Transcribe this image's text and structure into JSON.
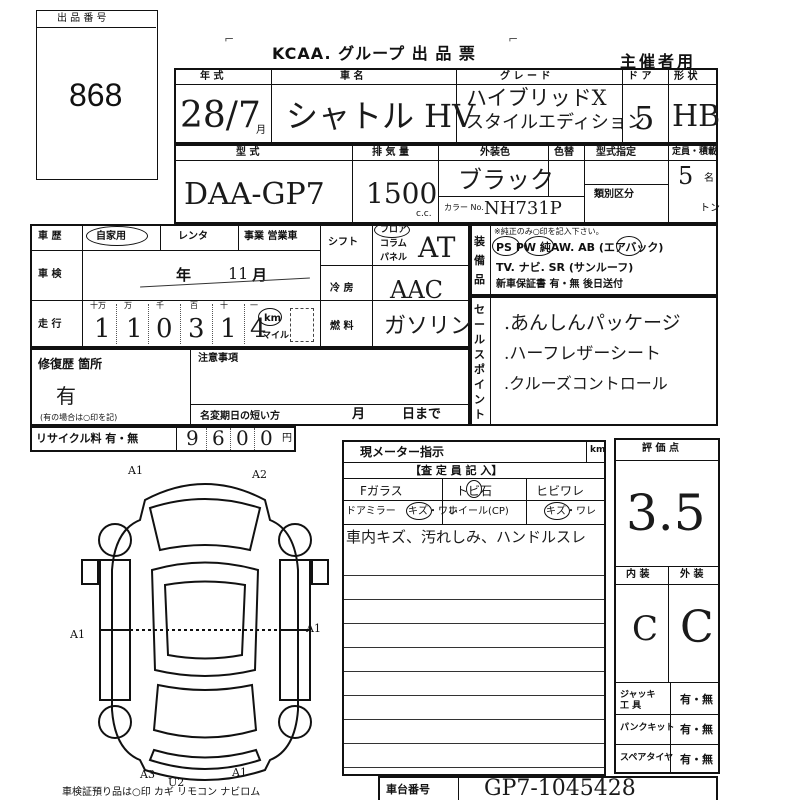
{
  "lot_box": {
    "label": "出 品 番 号",
    "number": "868"
  },
  "header": {
    "title": "KCAA. グループ 出 品 票",
    "organizer": "主催者用"
  },
  "row1": {
    "year_label": "年 式",
    "year_value": "28/7",
    "year_unit": "月",
    "name_label": "車 名",
    "name_value": "シャトル HV",
    "grade_label": "グ レ ー ド",
    "grade_line1": "ハイブリッドX",
    "grade_line2": "スタイルエディション",
    "doors_label": "ド ア",
    "doors_value": "5",
    "shape_label": "形 状",
    "shape_value": "HB"
  },
  "row2": {
    "model_label": "型 式",
    "model_value": "DAA-GP7",
    "disp_label": "排 気 量",
    "disp_value": "1500",
    "disp_unit": "c.c.",
    "color_label": "外装色",
    "color_value": "ブラック",
    "color_no_label": "カラー No.",
    "color_no_value": "NH731P",
    "color_swap_label": "色替",
    "type_spec_label": "型式指定",
    "class_label": "類別区分",
    "capacity_label": "定員・積載",
    "capacity_value": "5",
    "capacity_unit": "名",
    "load_unit": "トン"
  },
  "history": {
    "label": "車 歴",
    "opt1": "自家用",
    "opt2": "レンタ",
    "opt3": "事業 営業車",
    "shift_label": "シフト",
    "shift_opts": [
      "フロア",
      "コラム",
      "パネル"
    ],
    "shift_value": "AT"
  },
  "inspection": {
    "label": "車 検",
    "year": "年",
    "month": "月",
    "value": "11",
    "ac_label": "冷 房",
    "ac_value": "AAC"
  },
  "mileage": {
    "label": "走 行",
    "units": [
      "十万",
      "万",
      "千",
      "百",
      "十",
      "一"
    ],
    "digits": [
      "1",
      "1",
      "0",
      "3",
      "1",
      "4"
    ],
    "km": "km",
    "mile": "マイル",
    "fuel_label": "燃 料",
    "fuel_value": "ガソリン"
  },
  "equipment": {
    "side_label": "装 備 品",
    "note": "※純正のみ○印を記入下さい。",
    "line1": "PS PW 純AW. AB (エアバック)",
    "line2": "TV. ナビ. SR (サンルーフ)",
    "line3": "新車保証書 有・無  後日送付"
  },
  "sales": {
    "side_label": "セールスポイント",
    "items": [
      ".あんしんパッケージ",
      ".ハーフレザーシート",
      ".クルーズコントロール"
    ]
  },
  "repair": {
    "label": "修復歴 箇所",
    "value": "有",
    "note": "(有の場合は○印を記)"
  },
  "notes": {
    "label": "注意事項",
    "deadline": "名変期日の短い方",
    "month": "月",
    "day": "日まで"
  },
  "recycle": {
    "label": "リサイクル料 有・無",
    "digits": [
      "9",
      "6",
      "0",
      "0"
    ],
    "unit": "円"
  },
  "meter": {
    "label": "現メーター指示",
    "unit": "km"
  },
  "appraiser": {
    "title": "【査 定 員 記 入】",
    "f_glass": "Fガラス",
    "tobi": "トビ石",
    "hibi": "ヒビワレ",
    "mirror": "ドアミラー",
    "mirror_opt": "キズ・ワレ",
    "wheel": "ホイール(CP)",
    "wheel_opt": "キズ・ワレ",
    "remarks": "車内キズ、汚れしみ、ハンドルスレ"
  },
  "grade_eval": {
    "label": "評 価 点",
    "value": "3.5",
    "interior_label": "内 装",
    "exterior_label": "外 装",
    "interior_value": "C",
    "exterior_value": "C"
  },
  "tools": [
    {
      "label": "ジャッキ 工 具",
      "value": "有・無"
    },
    {
      "label": "パンクキット",
      "value": "有・無"
    },
    {
      "label": "スペアタイヤ",
      "value": "有・無"
    }
  ],
  "chassis": {
    "label": "車台番号",
    "value": "GP7-1045428"
  },
  "footer": {
    "text": "車検証預り品は○印  カギ リモコン ナビロム"
  },
  "diagram_marks": {
    "a1_top": "A1",
    "a2_top": "A2",
    "a1_left": "A1",
    "a1_right": "A1",
    "a3_bottom": "A3",
    "a1_bottom": "A1",
    "u2": "U2"
  }
}
